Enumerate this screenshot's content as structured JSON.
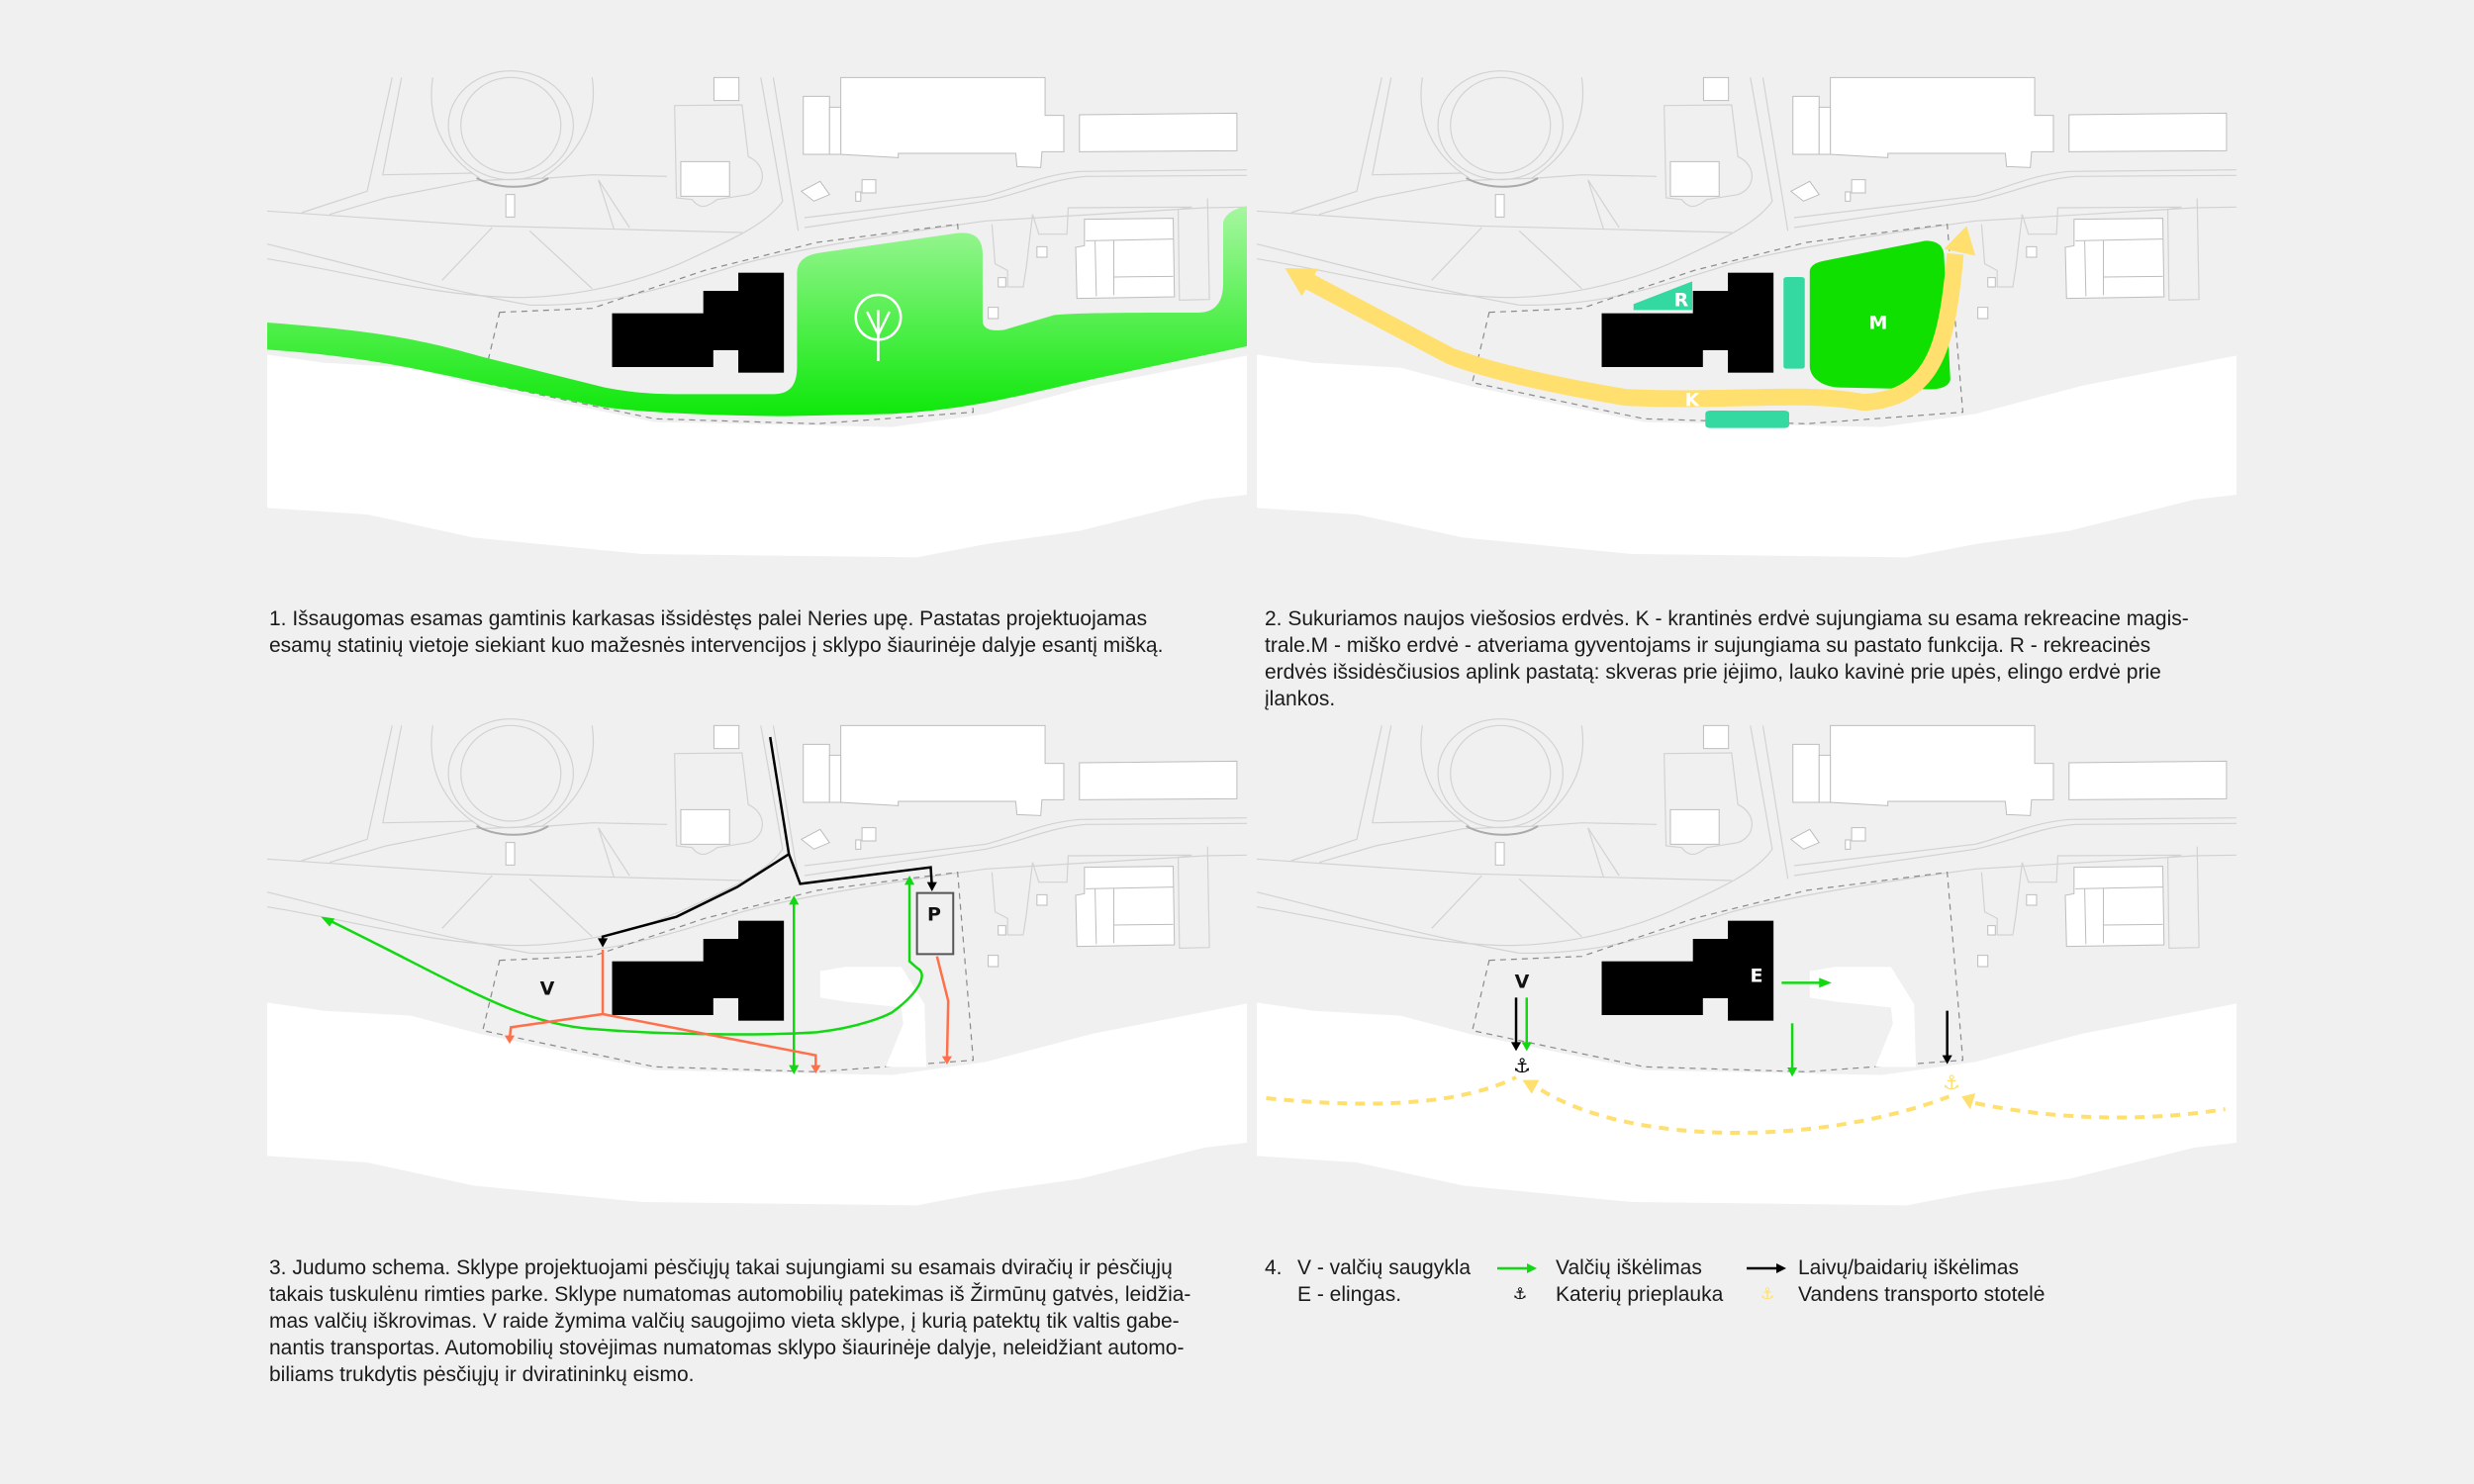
{
  "panels": [
    {
      "caption": [
        "1. Išsaugomas esamas gamtinis karkasas išsidėstęs palei Neries upę. Pastatas projektuojamas",
        "esamų statinių vietoje siekiant kuo mažesnės intervencijos į sklypo šiaurinėje dalyje esantį mišką."
      ]
    },
    {
      "caption": [
        "2. Sukuriamos naujos viešosios erdvės. K - krantinės erdvė sujungiama  su esama rekreacine magis-",
        "trale.M - miško erdvė - atveriama gyventojams ir sujungiama su pastato funkcija. R - rekreacinės",
        "erdvės išsidėsčiusios aplink pastatą: skveras prie įėjimo, lauko kavinė prie upės, elingo erdvė prie",
        "įlankos."
      ],
      "labels": {
        "r": "R",
        "m": "M",
        "k": "K"
      }
    },
    {
      "caption": [
        "3. Judumo schema. Sklype projektuojami pėsčiųjų takai sujungiami su esamais dviračių ir pėsčiųjų",
        "takais tuskulėnu rimties parke. Sklype numatomas automobilių patekimas iš Žirmūnų gatvės, leidžia-",
        "mas valčių iškrovimas. V raide žymima valčių saugojimo vieta sklype, į kurią patektų tik valtis gabe-",
        "nantis transportas. Automobilių stovėjimas numatomas sklypo šiaurinėje dalyje, neleidžiant automo-",
        "biliams trukdytis pėsčiųjų ir dviratininkų eismo."
      ],
      "labels": {
        "v": "V",
        "p": "P"
      }
    },
    {
      "labels": {
        "v": "V",
        "e": "E"
      },
      "legend": {
        "number": "4.",
        "v_label": "V - valčių saugykla",
        "e_label": "E - elingas.",
        "green_arrow": "Valčių iškėlimas",
        "black_arrow": "Laivų/baidarių iškėlimas",
        "black_anchor": "Katerių prieplauka",
        "yellow_anchor": "Vandens transporto stotelė"
      }
    }
  ],
  "icons": {
    "anchor": "⚓"
  },
  "colors": {
    "green": "#12e212",
    "yellow": "#ffdf6e",
    "teal": "#33d9a0",
    "orange": "#ff6f4a",
    "black": "#000000"
  }
}
